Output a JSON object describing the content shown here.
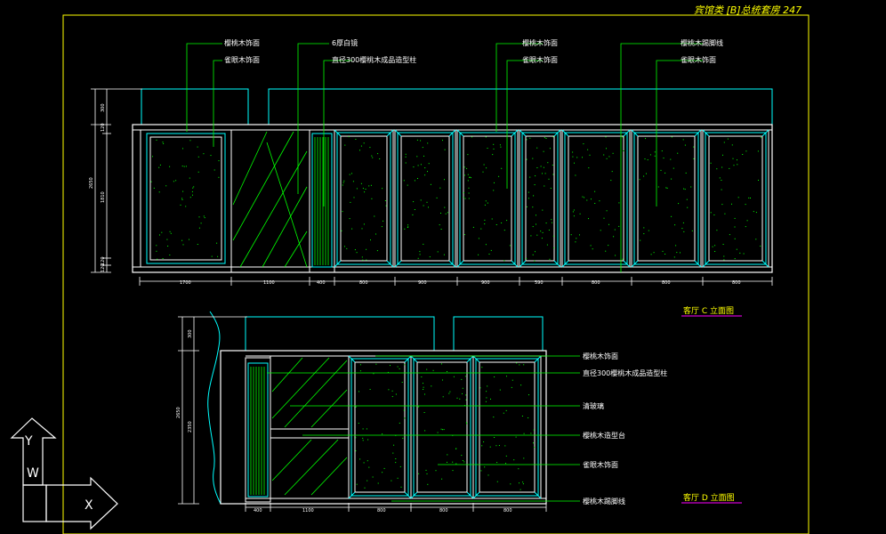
{
  "header": {
    "title": "宾馆类 [B]总统套房 247"
  },
  "elevation_c": {
    "title": "客厅 C 立面图",
    "callouts": {
      "c1": "樱桃木饰面",
      "c2": "雀眼木饰面",
      "c3": "6厚白镜",
      "c4": "直径300樱桃木成品造型柱",
      "c5": "樱桃木饰面",
      "c6": "雀眼木饰面",
      "c7": "樱桃木踢脚线",
      "c8": "雀眼木饰面"
    },
    "dims_bottom": [
      "1700",
      "1100",
      "400",
      "800",
      "900",
      "900",
      "590",
      "800",
      "800",
      "800"
    ],
    "dims_left": [
      "300",
      "120",
      "2650",
      "1810",
      "120",
      "120"
    ]
  },
  "elevation_d": {
    "title": "客厅 D 立面图",
    "callouts": {
      "d1": "樱桃木饰面",
      "d2": "直径300樱桃木成品造型柱",
      "d3": "清玻璃",
      "d4": "樱桃木造型台",
      "d5": "雀眼木饰面",
      "d6": "樱桃木踢脚线"
    },
    "dims_bottom": [
      "400",
      "1100",
      "800",
      "800",
      "800"
    ],
    "dims_left": [
      "300",
      "2650",
      "2350"
    ]
  },
  "ucs": {
    "y_label": "Y",
    "w_label": "W",
    "x_label": "X"
  },
  "colors": {
    "background": "#000000",
    "frame": "#ffff00",
    "outline": "#ffffff",
    "geometry": "#00ffff",
    "leaders": "#00ff00",
    "title_underline": "#ff00ff"
  }
}
